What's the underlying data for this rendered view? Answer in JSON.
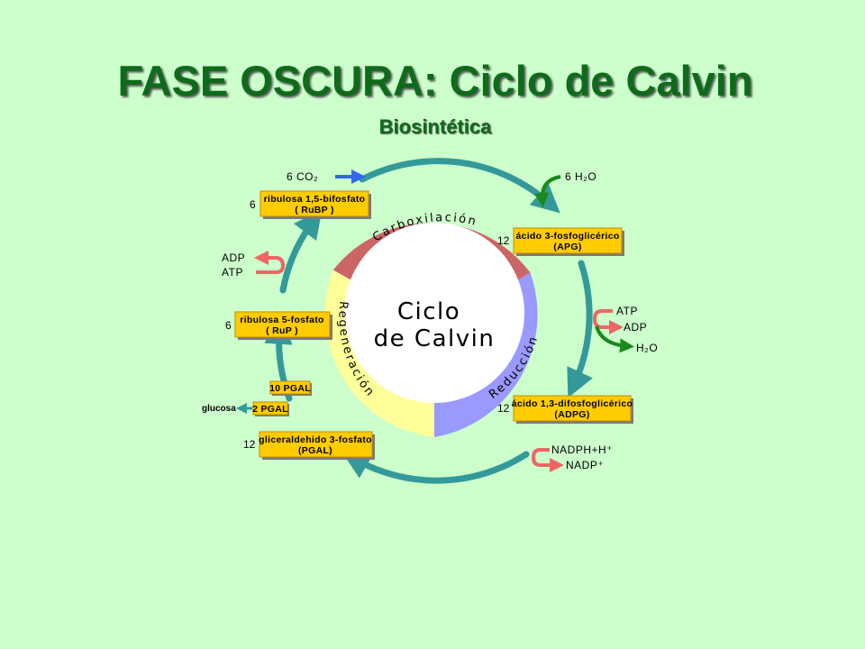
{
  "title": "FASE OSCURA: Ciclo de Calvin",
  "subtitle": "Biosintética",
  "center": {
    "line1": "Ciclo",
    "line2": "de Calvin"
  },
  "phases": {
    "carboxylation": "Carboxilación",
    "reduction": "Reducción",
    "regeneration": "Regeneración"
  },
  "colors": {
    "title": "#0f6b1b",
    "carboxylation": "#cc6666",
    "reduction": "#9999ff",
    "regeneration": "#ffff99",
    "cycle_arrow": "#339999",
    "box": "#ffcc00"
  },
  "boxes": {
    "rubp": {
      "line1": "ribulosa 1,5-bifosfato",
      "line2": "( RuBP )",
      "count": "6"
    },
    "apg": {
      "line1": "ácido 3-fosfoglicérico",
      "line2": "(APG)",
      "count": "12"
    },
    "adpg": {
      "line1": "ácido 1,3-difosfoglicérico",
      "line2": "(ADPG)",
      "count": "12"
    },
    "pgal": {
      "line1": "gliceraldehido 3-fosfato",
      "line2": "(PGAL)",
      "count": "12"
    },
    "rup": {
      "line1": "ribulosa  5-fosfato",
      "line2": "( RuP )",
      "count": "6"
    },
    "pgal10": {
      "label": "10 PGAL"
    },
    "pgal2": {
      "label": "2 PGAL"
    }
  },
  "inputs": {
    "co2": "6 CO₂",
    "h2o": "6 H₂O",
    "adp_left": "ADP",
    "atp_left": "ATP",
    "atp_right": "ATP",
    "adp_right": "ADP",
    "h2o_right": "H₂O",
    "nadph": "NADPH+H⁺",
    "nadp": "NADP⁺",
    "glucosa": "glucosa"
  }
}
